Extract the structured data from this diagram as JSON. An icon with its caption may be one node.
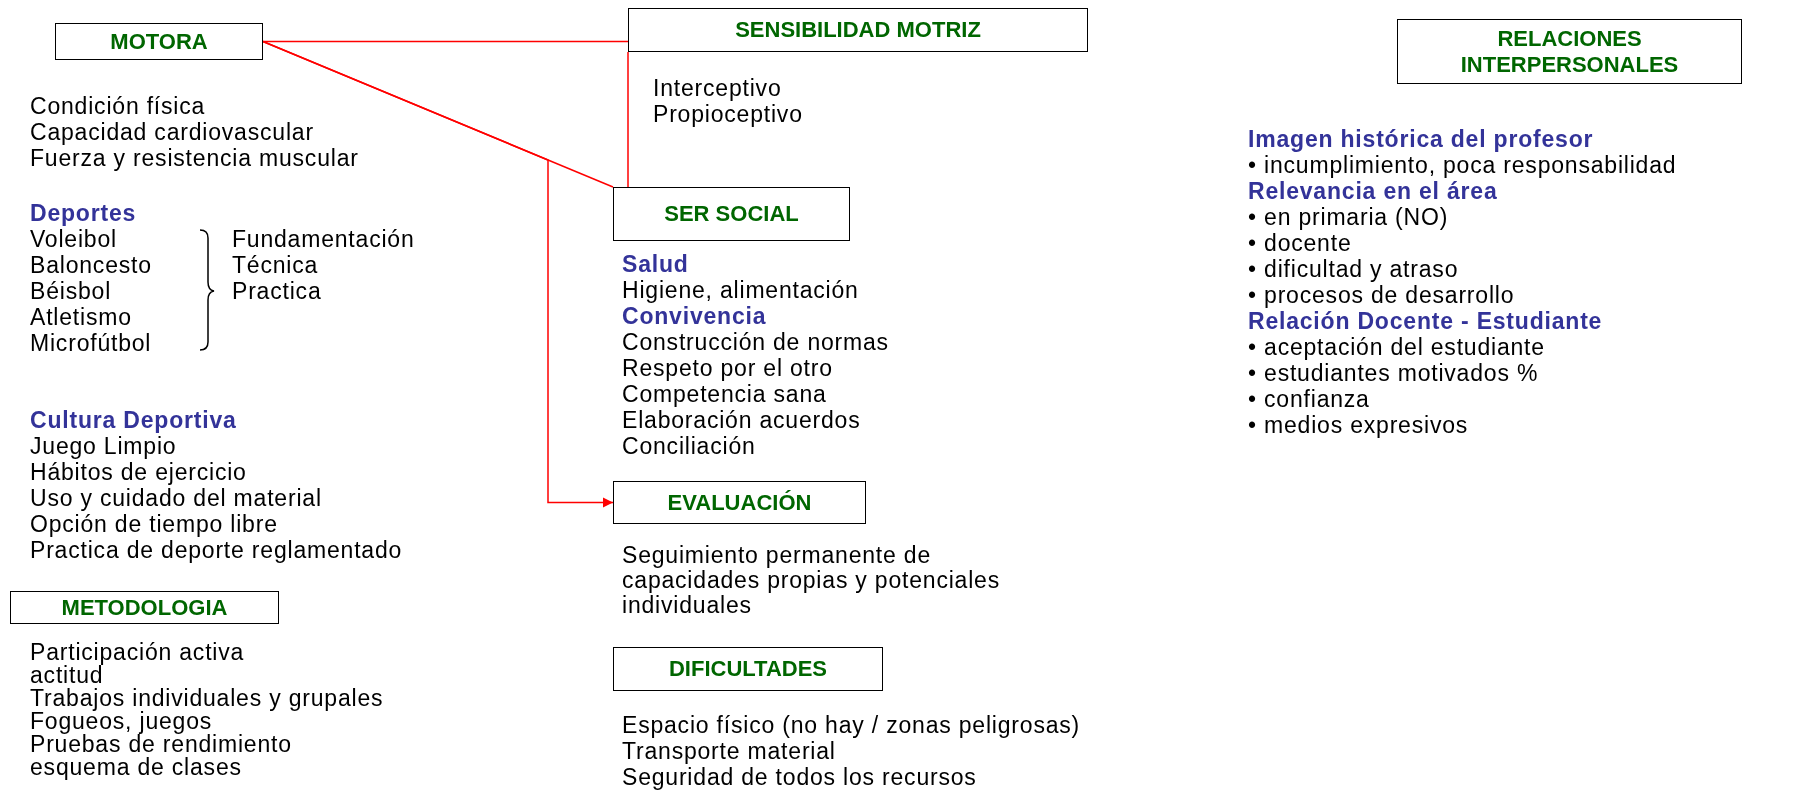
{
  "diagram": {
    "nodes": [
      {
        "text": [
          "MOTORA"
        ],
        "beside": [
          "Condición física",
          "Capacidad cardiovascular",
          "Fuerza y resistencia muscular",
          "Deportes",
          "Voleibol",
          "Baloncesto",
          "Béisbol",
          "Atletismo",
          "Microfútbol",
          "Fundamentación",
          "Técnica",
          "Practica",
          "Cultura Deportiva",
          "Juego Limpio",
          "Hábitos de ejercicio",
          "Uso y cuidado del material",
          "Opción de tiempo libre",
          "Practica de deporte reglamentado"
        ]
      },
      {
        "text": [
          "SENSIBILIDAD MOTRIZ"
        ],
        "beside": [
          "Interceptivo",
          "Propioceptivo"
        ]
      },
      {
        "text": [
          "RELACIONES INTERPERSONALES"
        ],
        "beside": [
          "Imagen histórica del profesor",
          "• incumplimiento, poca responsabilidad",
          "Relevancia en el área",
          "• en primaria (NO)",
          "• docente",
          "• dificultad y atraso",
          "• procesos de desarrollo",
          "Relación Docente - Estudiante",
          "• aceptación del estudiante",
          "• estudiantes motivados %",
          "• confianza",
          "• medios expresivos"
        ]
      },
      {
        "text": [
          "SER SOCIAL"
        ],
        "beside": [
          "Salud",
          "Higiene, alimentación",
          "Convivencia",
          "Construcción de normas",
          "Respeto por el otro",
          "Competencia sana",
          "Elaboración acuerdos",
          "Conciliación"
        ]
      },
      {
        "text": [
          "EVALUACIÓN"
        ],
        "beside": [
          "Seguimiento permanente de capacidades propias y potenciales individuales"
        ]
      },
      {
        "text": [
          "METODOLOGIA"
        ],
        "beside": [
          "Participación activa",
          "actitud",
          "Trabajos individuales y grupales",
          "Fogueos, juegos",
          "Pruebas de rendimiento",
          "esquema de clases"
        ]
      },
      {
        "text": [
          "DIFICULTADES"
        ],
        "beside": [
          "Espacio  físico (no hay / zonas peligrosas)",
          "Transporte material",
          "Seguridad de todos los recursos"
        ]
      }
    ],
    "edges": [
      {
        "from": 0,
        "to": 1,
        "arrow": "none",
        "color": "#ff0000"
      },
      {
        "from": 1,
        "to": 3,
        "arrow": "none",
        "color": "#ff0000"
      },
      {
        "from": 0,
        "to": 3,
        "arrow": "none",
        "color": "#ff0000"
      },
      {
        "from": 0,
        "to": 4,
        "arrow": "to",
        "color": "#ff0000"
      }
    ]
  }
}
